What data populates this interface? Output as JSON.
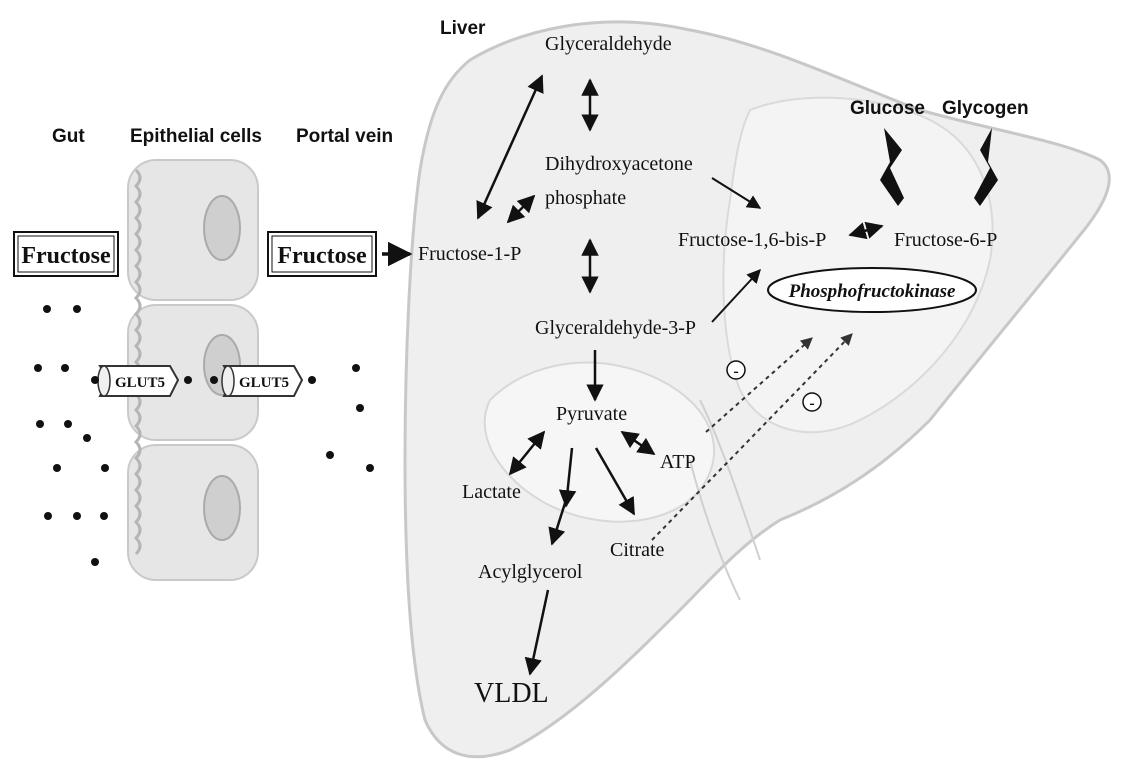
{
  "headers": {
    "gut": "Gut",
    "epithelial": "Epithelial cells",
    "portal": "Portal vein",
    "liver": "Liver",
    "glucose": "Glucose",
    "glycogen": "Glycogen"
  },
  "boxes": {
    "fructose_gut": "Fructose",
    "fructose_portal": "Fructose"
  },
  "transporters": {
    "glut_1": "GLUT5",
    "glut_2": "GLUT5"
  },
  "metabolites": {
    "glyceraldehyde": "Glyceraldehyde",
    "dhap_line1": "Dihydroxyacetone",
    "dhap_line2": "phosphate",
    "fructose_1p": "Fructose-1-P",
    "glyceraldehyde_3p": "Glyceraldehyde-3-P",
    "fructose_16bp": "Fructose-1,6-bis-P",
    "fructose_6p": "Fructose-6-P",
    "pyruvate": "Pyruvate",
    "atp": "ATP",
    "lactate": "Lactate",
    "citrate": "Citrate",
    "acylglycerol": "Acylglycerol",
    "vldl": "VLDL"
  },
  "enzyme": {
    "name": "Phosphofructokinase"
  },
  "inhibition_signs": {
    "sign_1": "-",
    "sign_2": "-"
  },
  "colors": {
    "liver_fill": "#efefef",
    "liver_outline": "#c8c8c8",
    "cell_fill": "#e6e6e6",
    "ink": "#111111"
  }
}
